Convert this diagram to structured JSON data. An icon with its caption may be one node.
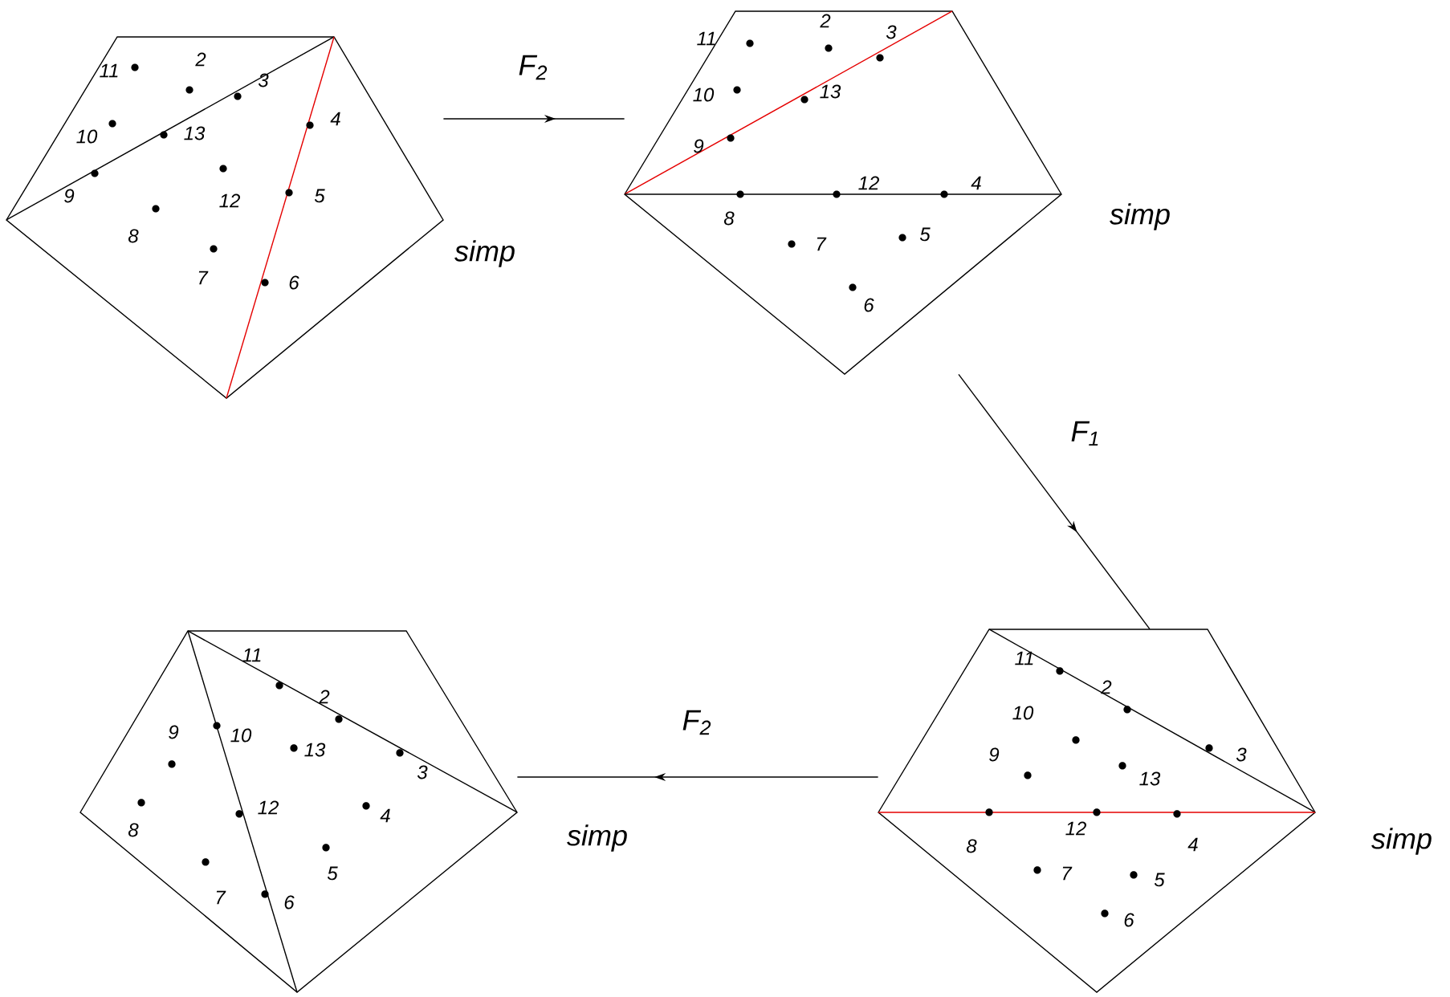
{
  "diagram": {
    "nodes": [
      {
        "text": [
          "2",
          "3",
          "4",
          "5",
          "6",
          "7",
          "8",
          "9",
          "10",
          "11",
          "12",
          "13"
        ],
        "beside": [
          "simp"
        ]
      },
      {
        "text": [
          "2",
          "3",
          "4",
          "5",
          "6",
          "7",
          "8",
          "9",
          "10",
          "11",
          "12",
          "13"
        ],
        "beside": [
          "simp"
        ]
      },
      {
        "text": [
          "2",
          "3",
          "4",
          "5",
          "6",
          "7",
          "8",
          "9",
          "10",
          "11",
          "12",
          "13"
        ],
        "beside": [
          "simp"
        ]
      },
      {
        "text": [
          "2",
          "3",
          "4",
          "5",
          "6",
          "7",
          "8",
          "9",
          "10",
          "11",
          "12",
          "13"
        ],
        "beside": [
          "simp"
        ]
      }
    ],
    "edges": [
      {
        "from": 0,
        "to": 1,
        "arrow": "to",
        "label": "F$_{2}$"
      },
      {
        "from": 1,
        "to": 3,
        "arrow": "to",
        "label": "F$_{1}$"
      },
      {
        "from": 3,
        "to": 2,
        "arrow": "to",
        "label": "F$_{2}$"
      }
    ]
  }
}
